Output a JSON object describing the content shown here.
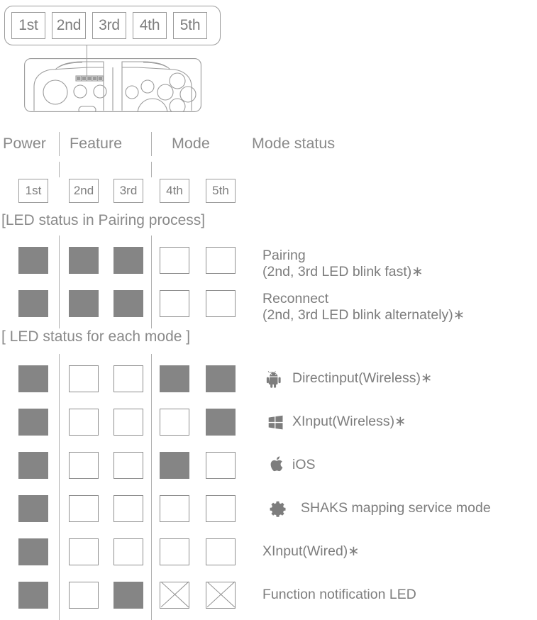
{
  "legend": {
    "cells": [
      "1st",
      "2nd",
      "3rd",
      "4th",
      "5th"
    ]
  },
  "controller": {
    "name": "game-controller-illustration",
    "led_segments": 5
  },
  "headers": {
    "power": "Power",
    "feature": "Feature",
    "mode": "Mode",
    "mode_status": "Mode status"
  },
  "ordinals": [
    "1st",
    "2nd",
    "3rd",
    "4th",
    "5th"
  ],
  "sections": {
    "pairing_title": "[LED status in Pairing process]",
    "modes_title": "[ LED status for each mode ]"
  },
  "colors": {
    "led_on": "#858585",
    "led_off": "#ffffff",
    "outline": "#8f8f8f",
    "text": "#7d7d7d",
    "separator": "#b0b0b0"
  },
  "pairing_rows": [
    {
      "leds": [
        "on",
        "on",
        "on",
        "off",
        "off"
      ],
      "title": "Pairing",
      "subtitle": "(2nd, 3rd LED blink fast)∗",
      "icon": null
    },
    {
      "leds": [
        "on",
        "on",
        "on",
        "off",
        "off"
      ],
      "title": "Reconnect",
      "subtitle": "(2nd, 3rd LED blink alternately)∗",
      "icon": null
    }
  ],
  "mode_rows": [
    {
      "leds": [
        "on",
        "off",
        "off",
        "on",
        "on"
      ],
      "title": "Directinput(Wireless)∗",
      "subtitle": null,
      "icon": "android-icon"
    },
    {
      "leds": [
        "on",
        "off",
        "off",
        "off",
        "on"
      ],
      "title": "XInput(Wireless)∗",
      "subtitle": null,
      "icon": "windows-icon"
    },
    {
      "leds": [
        "on",
        "off",
        "off",
        "on",
        "off"
      ],
      "title": "iOS",
      "subtitle": null,
      "icon": "apple-icon"
    },
    {
      "leds": [
        "on",
        "off",
        "off",
        "off",
        "off"
      ],
      "title": "SHAKS mapping service mode",
      "subtitle": null,
      "icon": "gear-icon"
    },
    {
      "leds": [
        "on",
        "off",
        "off",
        "off",
        "off"
      ],
      "title": "XInput(Wired)∗",
      "subtitle": null,
      "icon": null
    },
    {
      "leds": [
        "on",
        "off",
        "on",
        "na",
        "na"
      ],
      "title": "Function notification LED",
      "subtitle": null,
      "icon": null
    }
  ]
}
